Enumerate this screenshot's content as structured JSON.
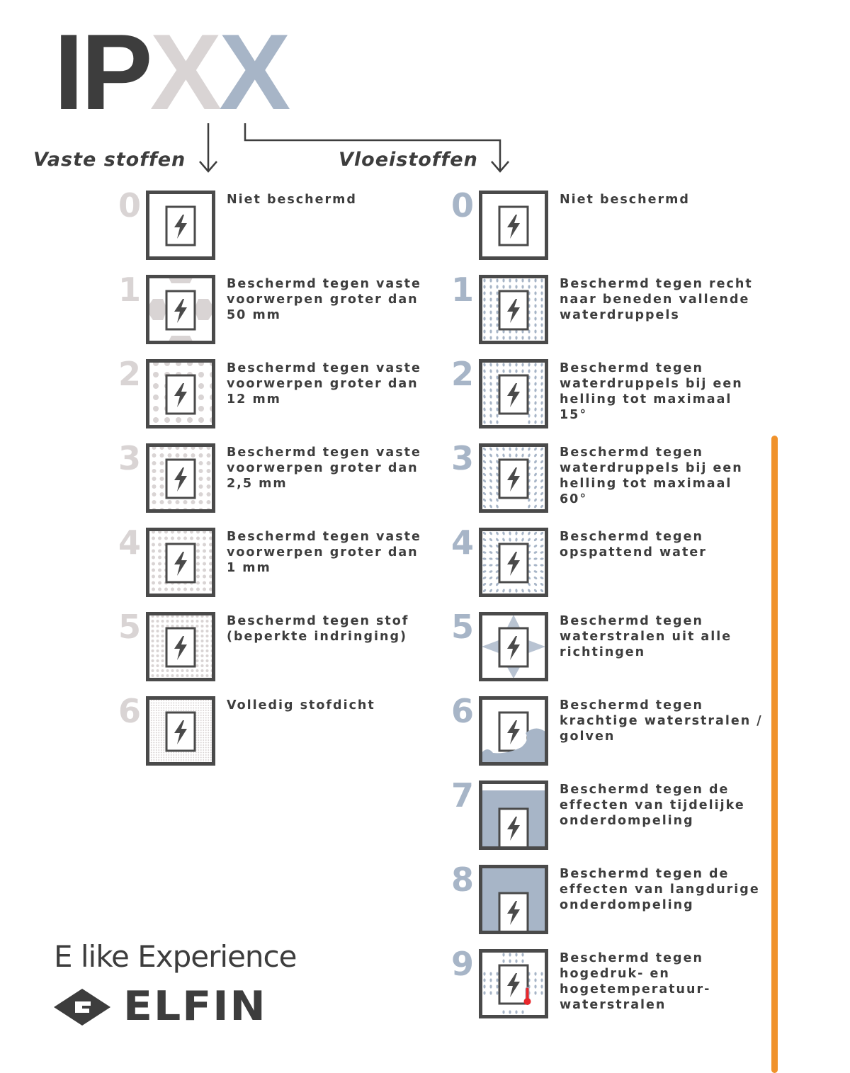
{
  "title": {
    "letters": [
      "I",
      "P",
      "X",
      "X"
    ],
    "colors": [
      "#3d3d3d",
      "#3d3d3d",
      "#d9d4d4",
      "#a7b5c7"
    ]
  },
  "headers": {
    "solids": "Vaste stoffen",
    "liquids": "Vloeistoffen"
  },
  "colors": {
    "dark": "#3d3d3d",
    "solid_num": "#d9d4d4",
    "liquid_num": "#a7b5c7",
    "water": "#a7b5c7",
    "accent": "#f0922b",
    "thermo": "#e8262b"
  },
  "solids": [
    {
      "level": "0",
      "text": "Niet beschermd",
      "icon": "unprotected-icon"
    },
    {
      "level": "1",
      "text": "Beschermd tegen vaste voorwerpen groter dan 50 mm",
      "icon": "objects-50mm-icon"
    },
    {
      "level": "2",
      "text": "Beschermd tegen vaste voorwerpen groter dan 12 mm",
      "icon": "objects-12mm-icon"
    },
    {
      "level": "3",
      "text": "Beschermd tegen vaste voorwerpen groter dan 2,5 mm",
      "icon": "objects-2-5mm-icon"
    },
    {
      "level": "4",
      "text": "Beschermd tegen vaste voorwerpen groter dan 1 mm",
      "icon": "objects-1mm-icon"
    },
    {
      "level": "5",
      "text": "Beschermd tegen stof (beperkte indringing)",
      "icon": "dust-protected-icon"
    },
    {
      "level": "6",
      "text": "Volledig stofdicht",
      "icon": "dust-tight-icon"
    }
  ],
  "liquids": [
    {
      "level": "0",
      "text": "Niet beschermd",
      "icon": "unprotected-icon"
    },
    {
      "level": "1",
      "text": "Beschermd tegen recht naar beneden vallende waterdruppels",
      "icon": "vertical-drops-icon"
    },
    {
      "level": "2",
      "text": "Beschermd tegen waterdruppels bij een helling tot maximaal 15°",
      "icon": "drops-15deg-icon"
    },
    {
      "level": "3",
      "text": "Beschermd tegen waterdruppels bij een helling tot maximaal 60°",
      "icon": "drops-60deg-icon"
    },
    {
      "level": "4",
      "text": "Beschermd tegen opspattend water",
      "icon": "splashing-water-icon"
    },
    {
      "level": "5",
      "text": "Beschermd tegen waterstralen uit alle richtingen",
      "icon": "water-jets-icon"
    },
    {
      "level": "6",
      "text": "Beschermd tegen krachtige waterstralen / golven",
      "icon": "waves-icon"
    },
    {
      "level": "7",
      "text": "Beschermd tegen de effecten van tijdelijke onderdompeling",
      "icon": "temporary-immersion-icon"
    },
    {
      "level": "8",
      "text": "Beschermd tegen de effecten van langdurige onderdompeling",
      "icon": "continuous-immersion-icon"
    },
    {
      "level": "9",
      "text": "Beschermd tegen hogedruk- en hogetemperatuur-waterstralen",
      "icon": "high-pressure-hot-jets-icon"
    }
  ],
  "footer": {
    "tagline": "E like Experience",
    "brand": "ELFIN"
  }
}
